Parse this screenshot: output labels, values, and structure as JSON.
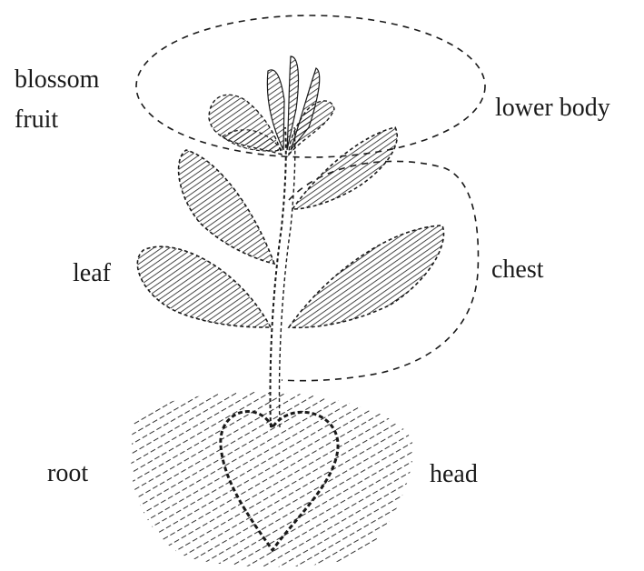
{
  "labels": {
    "blossom": "blossom",
    "fruit": "fruit",
    "lower_body": "lower body",
    "leaf": "leaf",
    "chest": "chest",
    "root": "root",
    "head": "head"
  },
  "colors": {
    "ink": "#1a1a1a",
    "background": "#ffffff"
  }
}
